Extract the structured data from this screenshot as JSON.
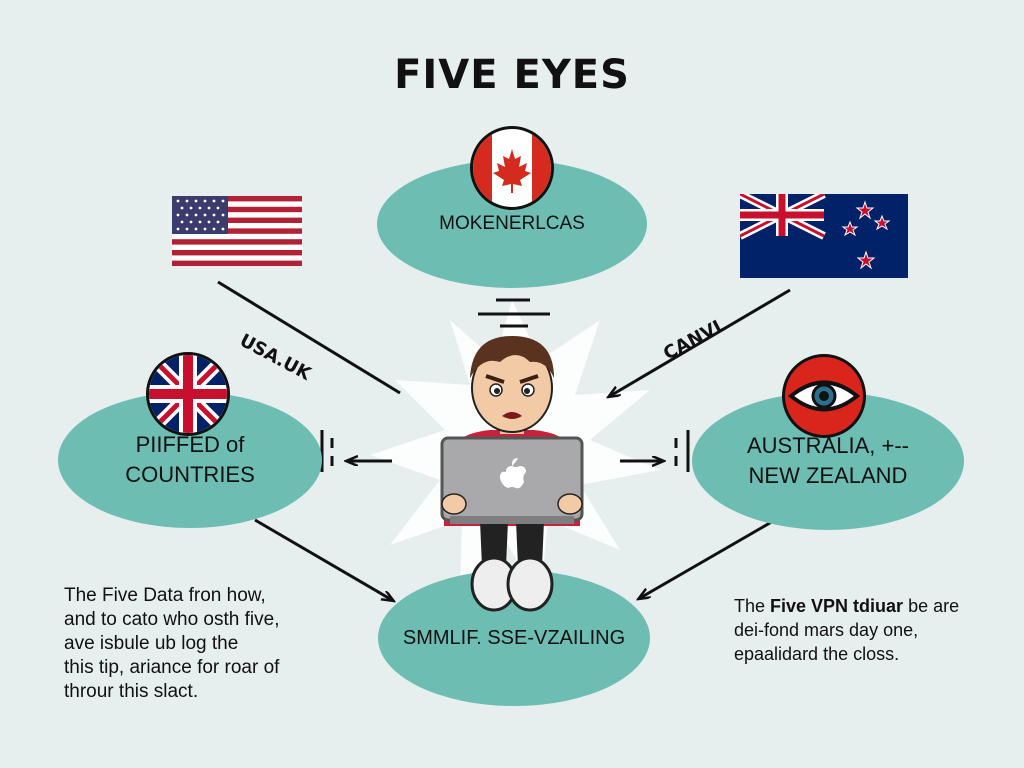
{
  "title": "FIVE EYES",
  "nodes": {
    "top": "MOKENERLCAS",
    "left": [
      "PIIFFED of",
      "COUNTRIES"
    ],
    "right": [
      "AUSTRALIA, +--",
      "NEW ZEALAND"
    ],
    "bottom": "SMMLIF. SSE-VZAILING"
  },
  "edge_labels": {
    "usa_uk": "USA.UK",
    "canvl": "CANVL"
  },
  "text_left": "The Five Data fron how,\nand to cato who osth five,\nave isbule ub log the\nthis tip, ariance for roar of\nthrour this slact.",
  "text_right": {
    "prefix": "The ",
    "bold": "Five VPN tdiuar",
    "suffix": " be are\ndei-fond mars day one,\nepaalidard the closs."
  },
  "icons": [
    "canada-flag-icon",
    "usa-flag-icon",
    "new-zealand-flag-icon",
    "uk-flag-icon",
    "eye-icon",
    "laptop-apple-icon",
    "person-icon"
  ],
  "colors": {
    "background": "#e6efed",
    "ellipse": "#6dbdb3",
    "flag_red": "#c8102e",
    "flag_blue": "#012169"
  }
}
